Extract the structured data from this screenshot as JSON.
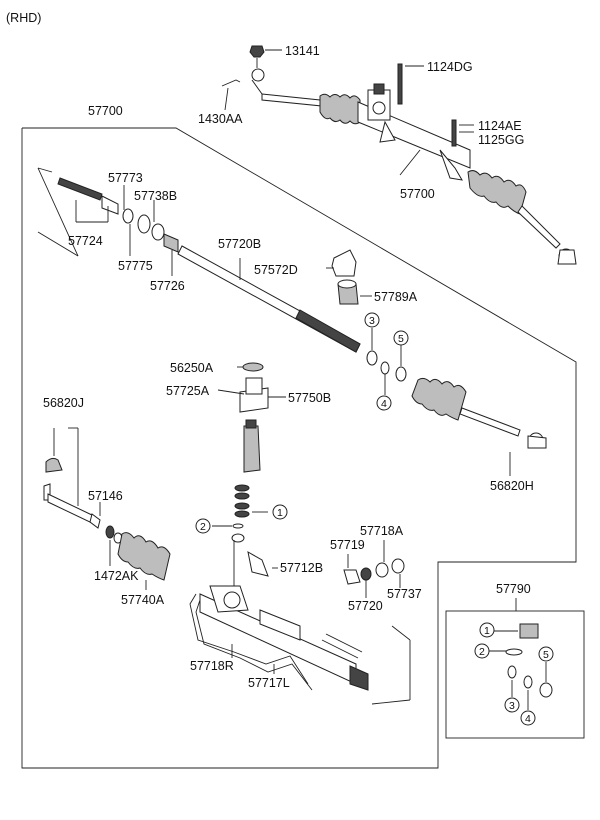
{
  "header": {
    "variant": "(RHD)"
  },
  "labels": {
    "p13141": "13141",
    "p1124DG": "1124DG",
    "p1430AA": "1430AA",
    "p1124AE": "1124AE",
    "p1125GG": "1125GG",
    "p57700_top": "57700",
    "p57700_box": "57700",
    "p57773": "57773",
    "p57738B": "57738B",
    "p57724": "57724",
    "p57775": "57775",
    "p57726": "57726",
    "p57720B": "57720B",
    "p57572D": "57572D",
    "p57789A": "57789A",
    "p56250A": "56250A",
    "p57725A": "57725A",
    "p57750B": "57750B",
    "p56820J": "56820J",
    "p56820H": "56820H",
    "p57146": "57146",
    "p1472AK": "1472AK",
    "p57740A": "57740A",
    "p57712B": "57712B",
    "p57719": "57719",
    "p57718A": "57718A",
    "p57720": "57720",
    "p57737": "57737",
    "p57718R": "57718R",
    "p57717L": "57717L",
    "p57790": "57790"
  },
  "callouts": {
    "c1": "1",
    "c2": "2",
    "c3": "3",
    "c4": "4",
    "c5": "5"
  },
  "kit_callouts": {
    "k1": "1",
    "k2": "2",
    "k3": "3",
    "k4": "4",
    "k5": "5"
  }
}
